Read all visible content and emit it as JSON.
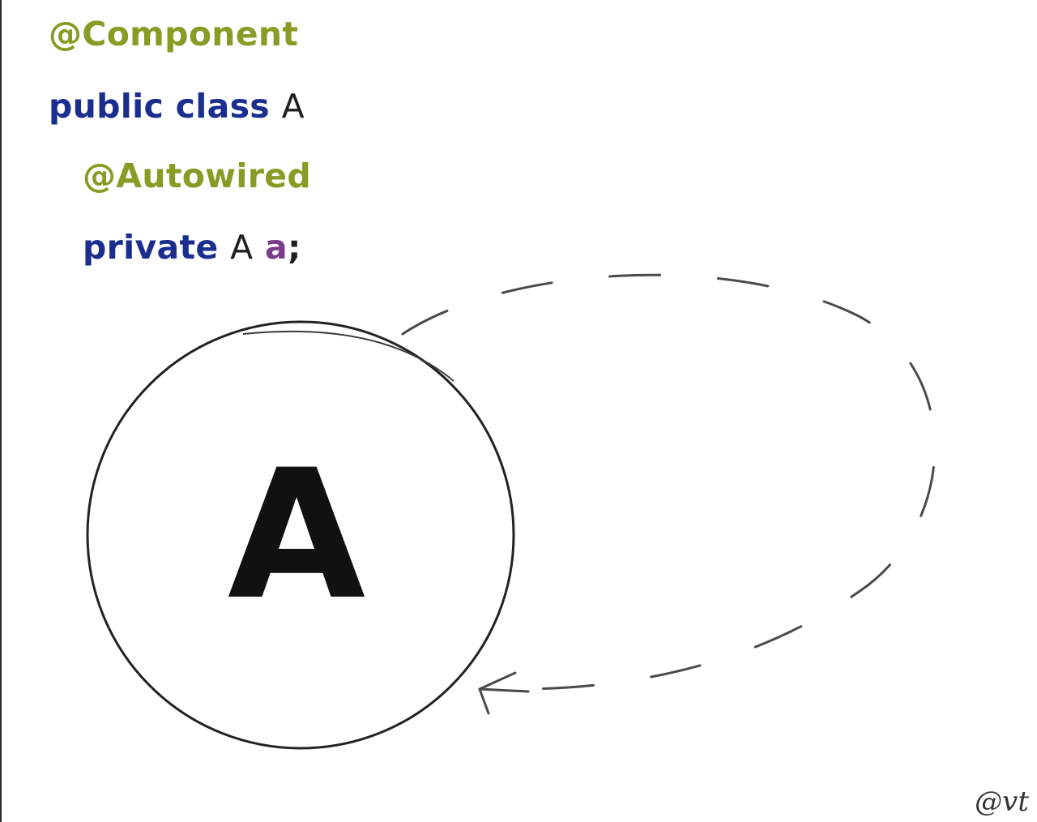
{
  "code": {
    "line1": {
      "annotation": "@Component"
    },
    "line2": {
      "keyword": "public class",
      "type": "A"
    },
    "line3": {
      "annotation": "@Autowired"
    },
    "line4": {
      "keyword": "private",
      "type": "A",
      "field": "a",
      "punct": ";"
    }
  },
  "diagram": {
    "node_label": "A",
    "credit": "@vt"
  },
  "colors": {
    "annotation": "#8a9a24",
    "keyword": "#1b2e8f",
    "field": "#7c3a8c",
    "stroke": "#222222",
    "dash": "#4a4a4a"
  }
}
